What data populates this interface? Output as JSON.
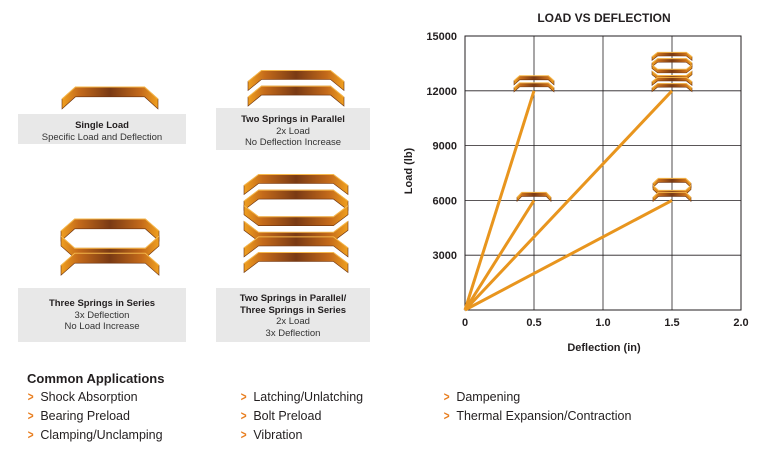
{
  "colors": {
    "accent": "#e8951e",
    "chevron": "#e87d1e",
    "spring_outer": "#f0a020",
    "spring_inner": "#7a3a14",
    "caption_bg": "#e8e8e8"
  },
  "configs": [
    {
      "title": "Single Load",
      "lines": [
        "Specific Load and Deflection"
      ]
    },
    {
      "title": "Two Springs in Parallel",
      "lines": [
        "2x Load",
        "No Deflection Increase"
      ]
    },
    {
      "title": "Three Springs in Series",
      "lines": [
        "3x Deflection",
        "No Load Increase"
      ]
    },
    {
      "title_lines": [
        "Two Springs in Parallel/",
        "Three Springs in Series"
      ],
      "lines": [
        "2x Load",
        "3x Deflection"
      ]
    }
  ],
  "applications": {
    "title": "Common Applications",
    "items": [
      "Shock Absorption",
      "Bearing Preload",
      "Clamping/Unclamping",
      "Latching/Unlatching",
      "Bolt Preload",
      "Vibration",
      "Dampening",
      "Thermal Expansion/Contraction"
    ]
  },
  "chart_data": {
    "type": "line",
    "title": "LOAD VS DEFLECTION",
    "xlabel": "Deflection (in)",
    "ylabel": "Load (lb)",
    "xlim": [
      0,
      2.0
    ],
    "ylim": [
      0,
      15000
    ],
    "xticks": [
      "0",
      "0.5",
      "1.0",
      "1.5",
      "2.0"
    ],
    "xtick_values": [
      0,
      0.5,
      1.0,
      1.5,
      2.0
    ],
    "yticks": [
      "3000",
      "6000",
      "9000",
      "12000",
      "15000"
    ],
    "ytick_values": [
      3000,
      6000,
      9000,
      12000,
      15000
    ],
    "grid": true,
    "series": [
      {
        "x": [
          0,
          0.5
        ],
        "y": [
          0,
          6000
        ],
        "marker_stack": "single"
      },
      {
        "x": [
          0,
          0.5
        ],
        "y": [
          0,
          12000
        ],
        "marker_stack": "parallel"
      },
      {
        "x": [
          0,
          1.5
        ],
        "y": [
          0,
          6000
        ],
        "marker_stack": "series"
      },
      {
        "x": [
          0,
          1.5
        ],
        "y": [
          0,
          12000
        ],
        "marker_stack": "parallel-series"
      }
    ],
    "line_color": "#e8951e"
  }
}
